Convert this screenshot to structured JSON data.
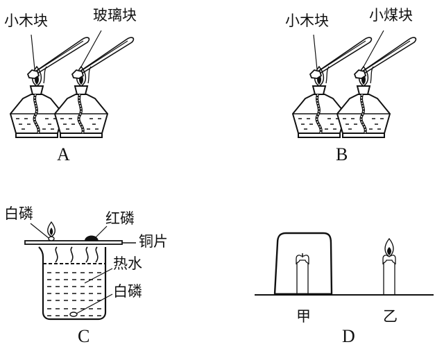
{
  "panels": {
    "A": {
      "caption": "A",
      "labels": {
        "left": "小木块",
        "right": "玻璃块"
      }
    },
    "B": {
      "caption": "B",
      "labels": {
        "left": "小木块",
        "right": "小煤块"
      }
    },
    "C": {
      "caption": "C",
      "labels": {
        "white_phosphorus_top": "白磷",
        "red_phosphorus": "红磷",
        "copper_sheet": "铜片",
        "hot_water": "热水",
        "white_phosphorus_water": "白磷"
      }
    },
    "D": {
      "caption": "D",
      "labels": {
        "covered_candle": "甲",
        "open_candle": "乙"
      }
    }
  },
  "colors": {
    "ink": "#111111",
    "background": "#ffffff"
  }
}
